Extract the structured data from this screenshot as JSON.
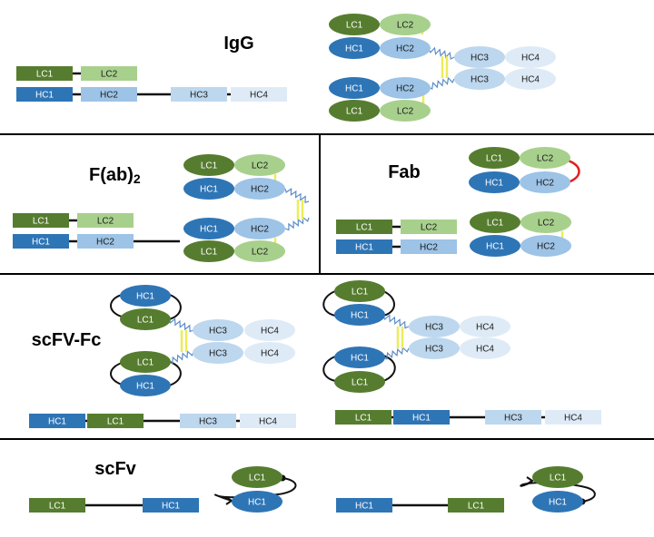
{
  "colors": {
    "lc1": "#567d2f",
    "lc2": "#a8d08d",
    "hc1": "#2e75b6",
    "hc2": "#9dc3e6",
    "hc3": "#bdd7ee",
    "hc4": "#deebf7",
    "disulfide": "#ecec5a",
    "hinge": "#5b8cc6",
    "linker": "#111111",
    "fab_link": "#e02020",
    "text_light": "#ffffff",
    "text_dark": "#1a1a1a"
  },
  "sections": {
    "igg": "IgG",
    "fab2_main": "F(ab)",
    "fab2_sub": "2",
    "fab": "Fab",
    "scfv_fc": "scFV-Fc",
    "scfv": "scFv"
  },
  "labels": {
    "LC1": "LC1",
    "LC2": "LC2",
    "HC1": "HC1",
    "HC2": "HC2",
    "HC3": "HC3",
    "HC4": "HC4"
  }
}
